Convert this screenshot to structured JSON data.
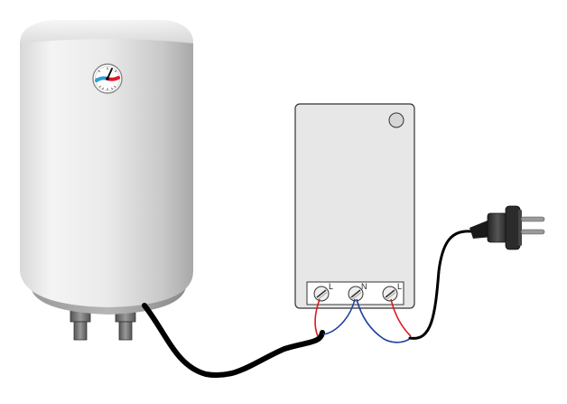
{
  "terminals": {
    "left_label": "L",
    "neutral_label": "N",
    "right_label": "L"
  },
  "colors": {
    "heater_body": "#eeeeee",
    "heater_shadow": "#a9a9a9",
    "box_fill": "#e7e7e7",
    "box_stroke": "#333333",
    "cable": "#000000",
    "live_wire": "#e0141e",
    "neutral_wire": "#1f3f9f",
    "gauge_hot": "#e01830",
    "gauge_cold": "#2aa0d8"
  },
  "icons": {
    "heater": "water-heater-icon",
    "gauge": "thermometer-gauge-icon",
    "box": "relay-box-icon",
    "plug": "power-plug-icon"
  }
}
